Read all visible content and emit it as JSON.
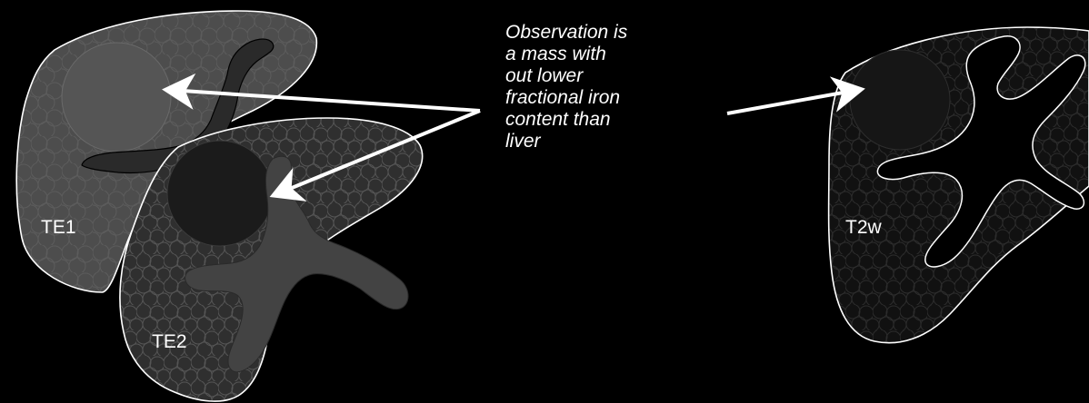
{
  "panels": [
    {
      "id": "te1",
      "label": "TE1"
    },
    {
      "id": "te2",
      "label": "TE2"
    },
    {
      "id": "t2w",
      "label": "T2w"
    }
  ],
  "caption": {
    "lines": [
      "Observation is",
      "a mass with",
      "out lower",
      "fractional iron",
      "content than",
      "liver"
    ]
  },
  "colors": {
    "background": "#000000",
    "te1_parenchyma": "#505050",
    "te2_parenchyma": "#3a3a3a",
    "t2w_parenchyma": "#151515",
    "outline": "#ffffff",
    "arrow": "#ffffff"
  }
}
